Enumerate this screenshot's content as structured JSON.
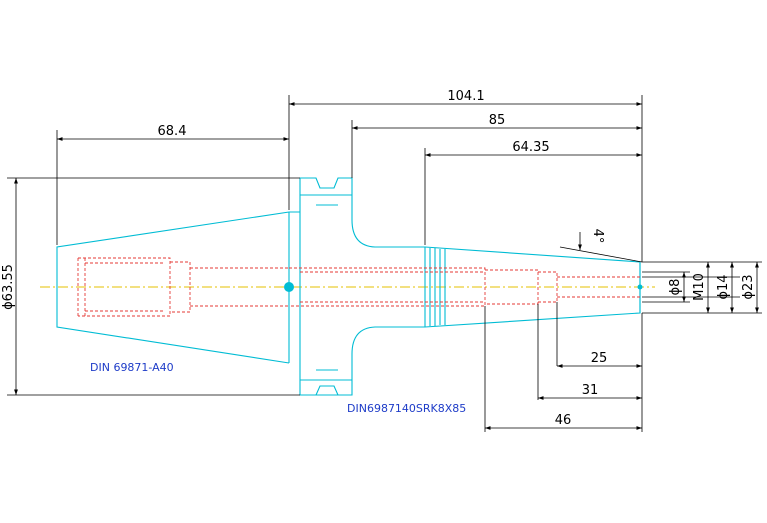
{
  "drawing": {
    "dimensions": {
      "overall_length": "104.1",
      "taper_length": "68.4",
      "shank_length": "85",
      "collet_length": "64.35",
      "flange_diameter": "ϕ63.55",
      "taper_angle": "4°",
      "bore_diameter": "ϕ8",
      "thread_size": "M10",
      "nose_small_diameter": "ϕ14",
      "nose_diameter": "ϕ23",
      "depth_25": "25",
      "depth_31": "31",
      "depth_46": "46"
    },
    "labels": {
      "taper_standard": "DIN 69871-A40",
      "holder_designation": "DIN6987140SRK8X85"
    },
    "colors": {
      "outline": "#00bcd4",
      "hidden": "#e53935",
      "dimension": "#000000",
      "centerline": "#e6c200",
      "label": "#1e3cc8"
    }
  }
}
